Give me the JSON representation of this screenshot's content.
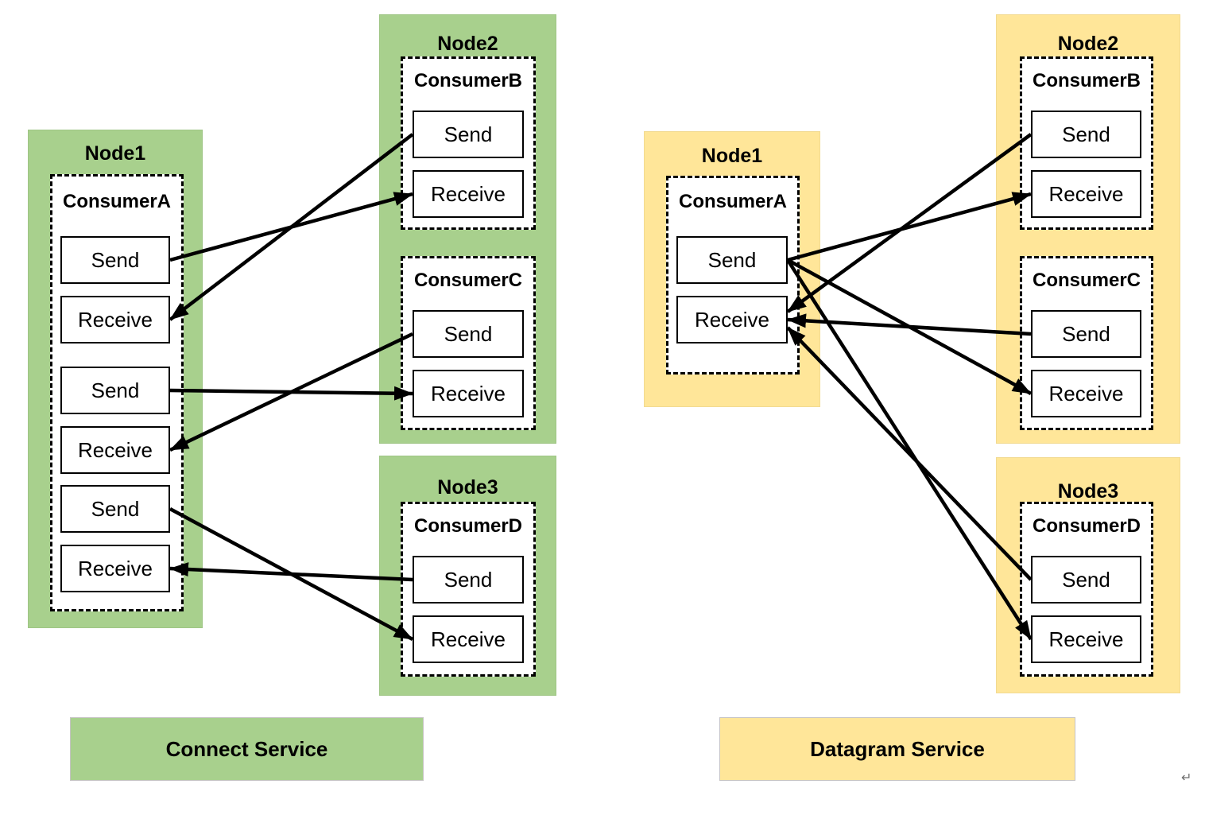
{
  "page": {
    "background": "#ffffff",
    "paragraph_mark": "↵"
  },
  "colors": {
    "connect_fill": "#a8d08d",
    "datagram_fill": "#ffe699",
    "line": "#000000",
    "port_border": "#000000",
    "service_box_border": "#c6c4c4"
  },
  "services": [
    {
      "id": "connect",
      "label": "Connect Service",
      "nodes": [
        {
          "label": "Node1",
          "consumers": [
            {
              "label": "ConsumerA",
              "ports": [
                {
                  "id": "l-a-send1",
                  "label": "Send"
                },
                {
                  "id": "l-a-recv1",
                  "label": "Receive"
                },
                {
                  "id": "l-a-send2",
                  "label": "Send"
                },
                {
                  "id": "l-a-recv2",
                  "label": "Receive"
                },
                {
                  "id": "l-a-send3",
                  "label": "Send"
                },
                {
                  "id": "l-a-recv3",
                  "label": "Receive"
                }
              ]
            }
          ]
        },
        {
          "label": "Node2",
          "consumers": [
            {
              "label": "ConsumerB",
              "ports": [
                {
                  "id": "l-b-send",
                  "label": "Send"
                },
                {
                  "id": "l-b-recv",
                  "label": "Receive"
                }
              ]
            },
            {
              "label": "ConsumerC",
              "ports": [
                {
                  "id": "l-c-send",
                  "label": "Send"
                },
                {
                  "id": "l-c-recv",
                  "label": "Receive"
                }
              ]
            }
          ]
        },
        {
          "label": "Node3",
          "consumers": [
            {
              "label": "ConsumerD",
              "ports": [
                {
                  "id": "l-d-send",
                  "label": "Send"
                },
                {
                  "id": "l-d-recv",
                  "label": "Receive"
                }
              ]
            }
          ]
        }
      ],
      "connections": [
        {
          "from": "l-a-send1",
          "to": "l-b-recv"
        },
        {
          "from": "l-b-send",
          "to": "l-a-recv1"
        },
        {
          "from": "l-a-send2",
          "to": "l-c-recv"
        },
        {
          "from": "l-c-send",
          "to": "l-a-recv2"
        },
        {
          "from": "l-a-send3",
          "to": "l-d-recv"
        },
        {
          "from": "l-d-send",
          "to": "l-a-recv3"
        }
      ]
    },
    {
      "id": "datagram",
      "label": "Datagram Service",
      "nodes": [
        {
          "label": "Node1",
          "consumers": [
            {
              "label": "ConsumerA",
              "ports": [
                {
                  "id": "r-a-send",
                  "label": "Send"
                },
                {
                  "id": "r-a-recv",
                  "label": "Receive"
                }
              ]
            }
          ]
        },
        {
          "label": "Node2",
          "consumers": [
            {
              "label": "ConsumerB",
              "ports": [
                {
                  "id": "r-b-send",
                  "label": "Send"
                },
                {
                  "id": "r-b-recv",
                  "label": "Receive"
                }
              ]
            },
            {
              "label": "ConsumerC",
              "ports": [
                {
                  "id": "r-c-send",
                  "label": "Send"
                },
                {
                  "id": "r-c-recv",
                  "label": "Receive"
                }
              ]
            }
          ]
        },
        {
          "label": "Node3",
          "consumers": [
            {
              "label": "ConsumerD",
              "ports": [
                {
                  "id": "r-d-send",
                  "label": "Send"
                },
                {
                  "id": "r-d-recv",
                  "label": "Receive"
                }
              ]
            }
          ]
        }
      ],
      "connections": [
        {
          "from": "r-a-send",
          "to": "r-b-recv"
        },
        {
          "from": "r-a-send",
          "to": "r-c-recv"
        },
        {
          "from": "r-a-send",
          "to": "r-d-recv"
        },
        {
          "from": "r-b-send",
          "to": "r-a-recv",
          "to_dy": -10
        },
        {
          "from": "r-c-send",
          "to": "r-a-recv",
          "to_dy": 0
        },
        {
          "from": "r-d-send",
          "to": "r-a-recv",
          "to_dy": 10
        }
      ]
    }
  ]
}
